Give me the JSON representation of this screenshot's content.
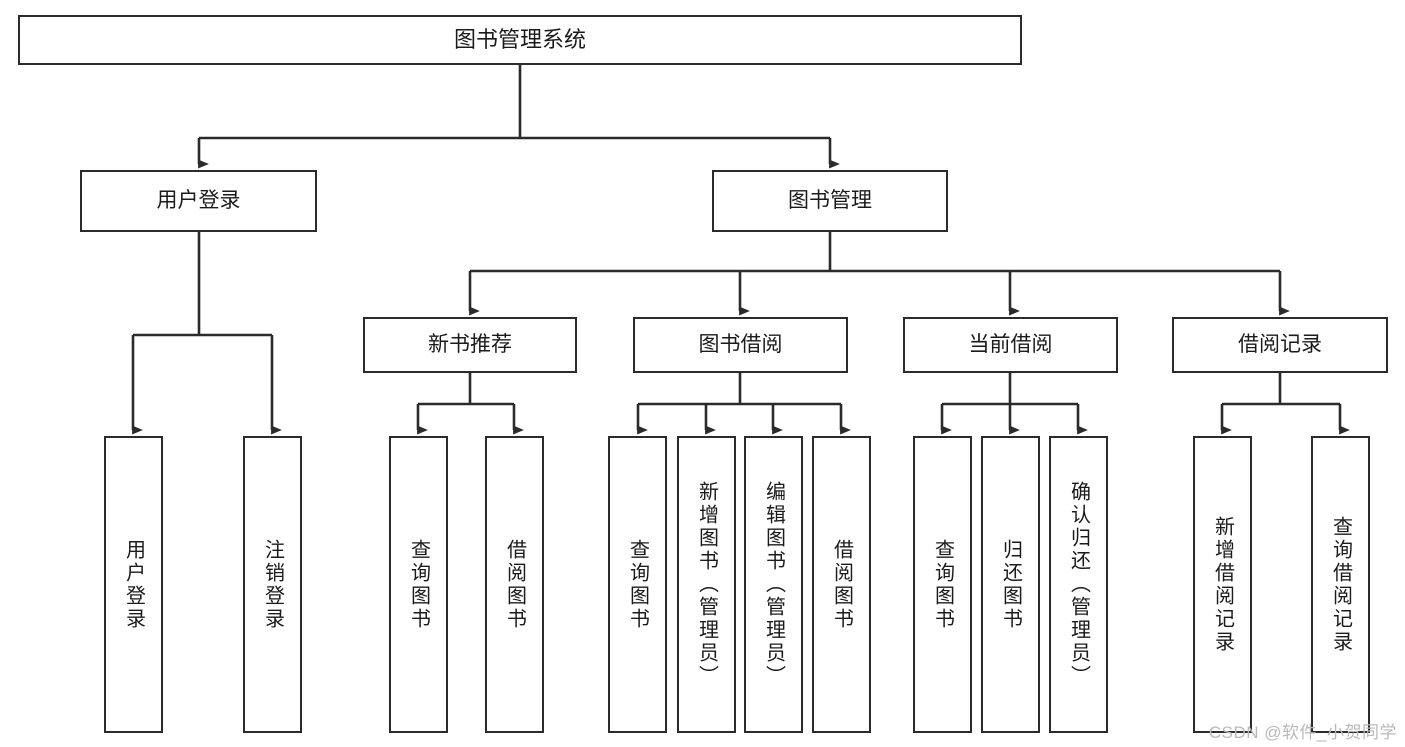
{
  "diagram": {
    "title": "图书管理系统",
    "type": "tree",
    "watermark": "CSDN @软件_小贺同学",
    "colors": {
      "stroke": "#2b2b2b",
      "fill": "#ffffff",
      "text": "#1b1b1b",
      "watermark": "#b9b9b9"
    }
  },
  "nodes": {
    "root": {
      "label": "图书管理系统"
    },
    "level1": [
      {
        "id": "user-login",
        "label": "用户登录"
      },
      {
        "id": "book-manage",
        "label": "图书管理"
      }
    ],
    "level2": [
      {
        "id": "new-book-recommend",
        "label": "新书推荐"
      },
      {
        "id": "book-borrow",
        "label": "图书借阅"
      },
      {
        "id": "current-borrow",
        "label": "当前借阅"
      },
      {
        "id": "borrow-record",
        "label": "借阅记录"
      }
    ],
    "leaves": {
      "user-login": [
        {
          "id": "leaf-user-login",
          "label": "用户登录"
        },
        {
          "id": "leaf-user-logout",
          "label": "注销登录"
        }
      ],
      "new-book-recommend": [
        {
          "id": "leaf-query-book-1",
          "label": "查询图书"
        },
        {
          "id": "leaf-borrow-book-1",
          "label": "借阅图书"
        }
      ],
      "book-borrow": [
        {
          "id": "leaf-query-book-2",
          "label": "查询图书"
        },
        {
          "id": "leaf-add-book",
          "label": "新增图书（管理员）"
        },
        {
          "id": "leaf-edit-book",
          "label": "编辑图书（管理员）"
        },
        {
          "id": "leaf-borrow-book-2",
          "label": "借阅图书"
        }
      ],
      "current-borrow": [
        {
          "id": "leaf-query-book-3",
          "label": "查询图书"
        },
        {
          "id": "leaf-return-book",
          "label": "归还图书"
        },
        {
          "id": "leaf-confirm-return",
          "label": "确认归还（管理员）"
        }
      ],
      "borrow-record": [
        {
          "id": "leaf-add-record",
          "label": "新增借阅记录"
        },
        {
          "id": "leaf-query-record",
          "label": "查询借阅记录"
        }
      ]
    }
  }
}
